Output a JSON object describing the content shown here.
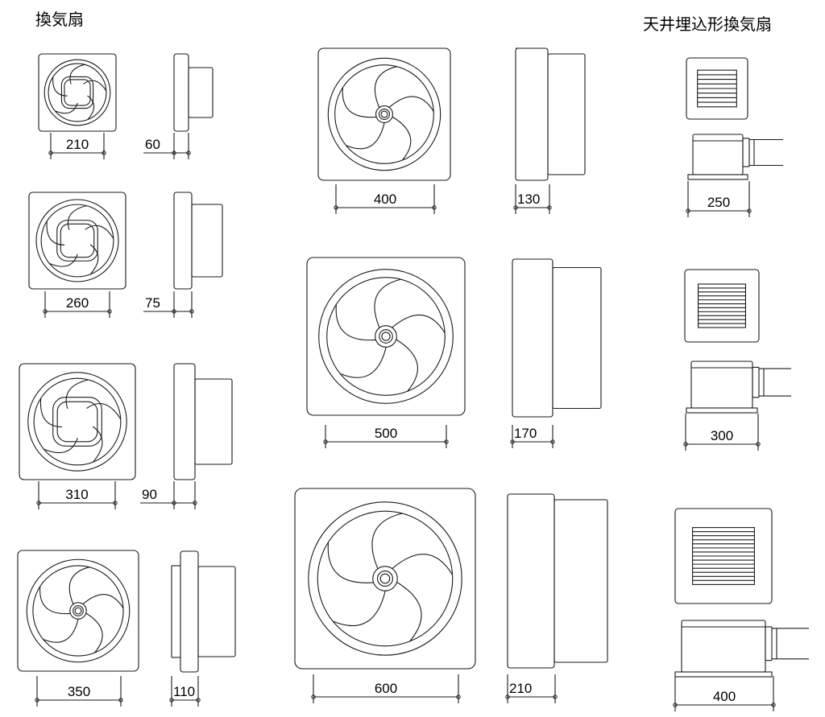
{
  "titles": {
    "wall_fans": "換気扇",
    "ceiling_fans": "天井埋込形換気扇"
  },
  "wall_fans": [
    {
      "width": "210",
      "depth": "60"
    },
    {
      "width": "260",
      "depth": "75"
    },
    {
      "width": "310",
      "depth": "90"
    },
    {
      "width": "350",
      "depth": "110"
    },
    {
      "width": "400",
      "depth": "130"
    },
    {
      "width": "500",
      "depth": "170"
    },
    {
      "width": "600",
      "depth": "210"
    }
  ],
  "ceiling_fans": [
    {
      "width": "250"
    },
    {
      "width": "300"
    },
    {
      "width": "400"
    }
  ]
}
